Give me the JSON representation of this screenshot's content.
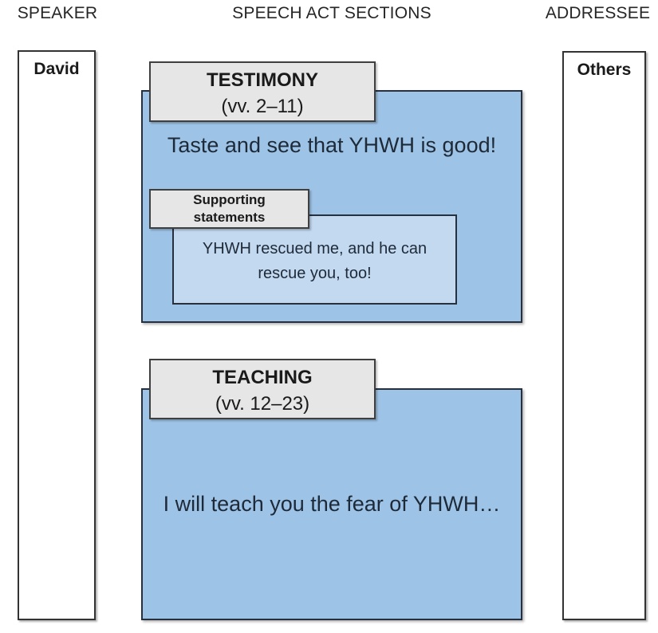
{
  "header": {
    "speaker": "SPEAKER",
    "sections": "SPEECH ACT SECTIONS",
    "addressee": "ADDRESSEE"
  },
  "speaker_box": {
    "label": "David"
  },
  "addressee_box": {
    "label": "Others"
  },
  "sections": [
    {
      "title": "TESTIMONY",
      "verses": "(vv. 2–11)",
      "main_text": "Taste and see that YHWH is good!",
      "sub_label": "Supporting statements",
      "sub_text": "YHWH rescued me, and he can rescue you, too!"
    },
    {
      "title": "TEACHING",
      "verses": "(vv. 12–23)",
      "main_text": "I will teach you the fear of YHWH…"
    }
  ],
  "colors": {
    "section_fill": "#9dc3e6",
    "sub_fill": "#c3d9f0",
    "label_fill": "#e7e6e6",
    "border_dark": "#26303e",
    "text_dark": "#1e2a38"
  }
}
